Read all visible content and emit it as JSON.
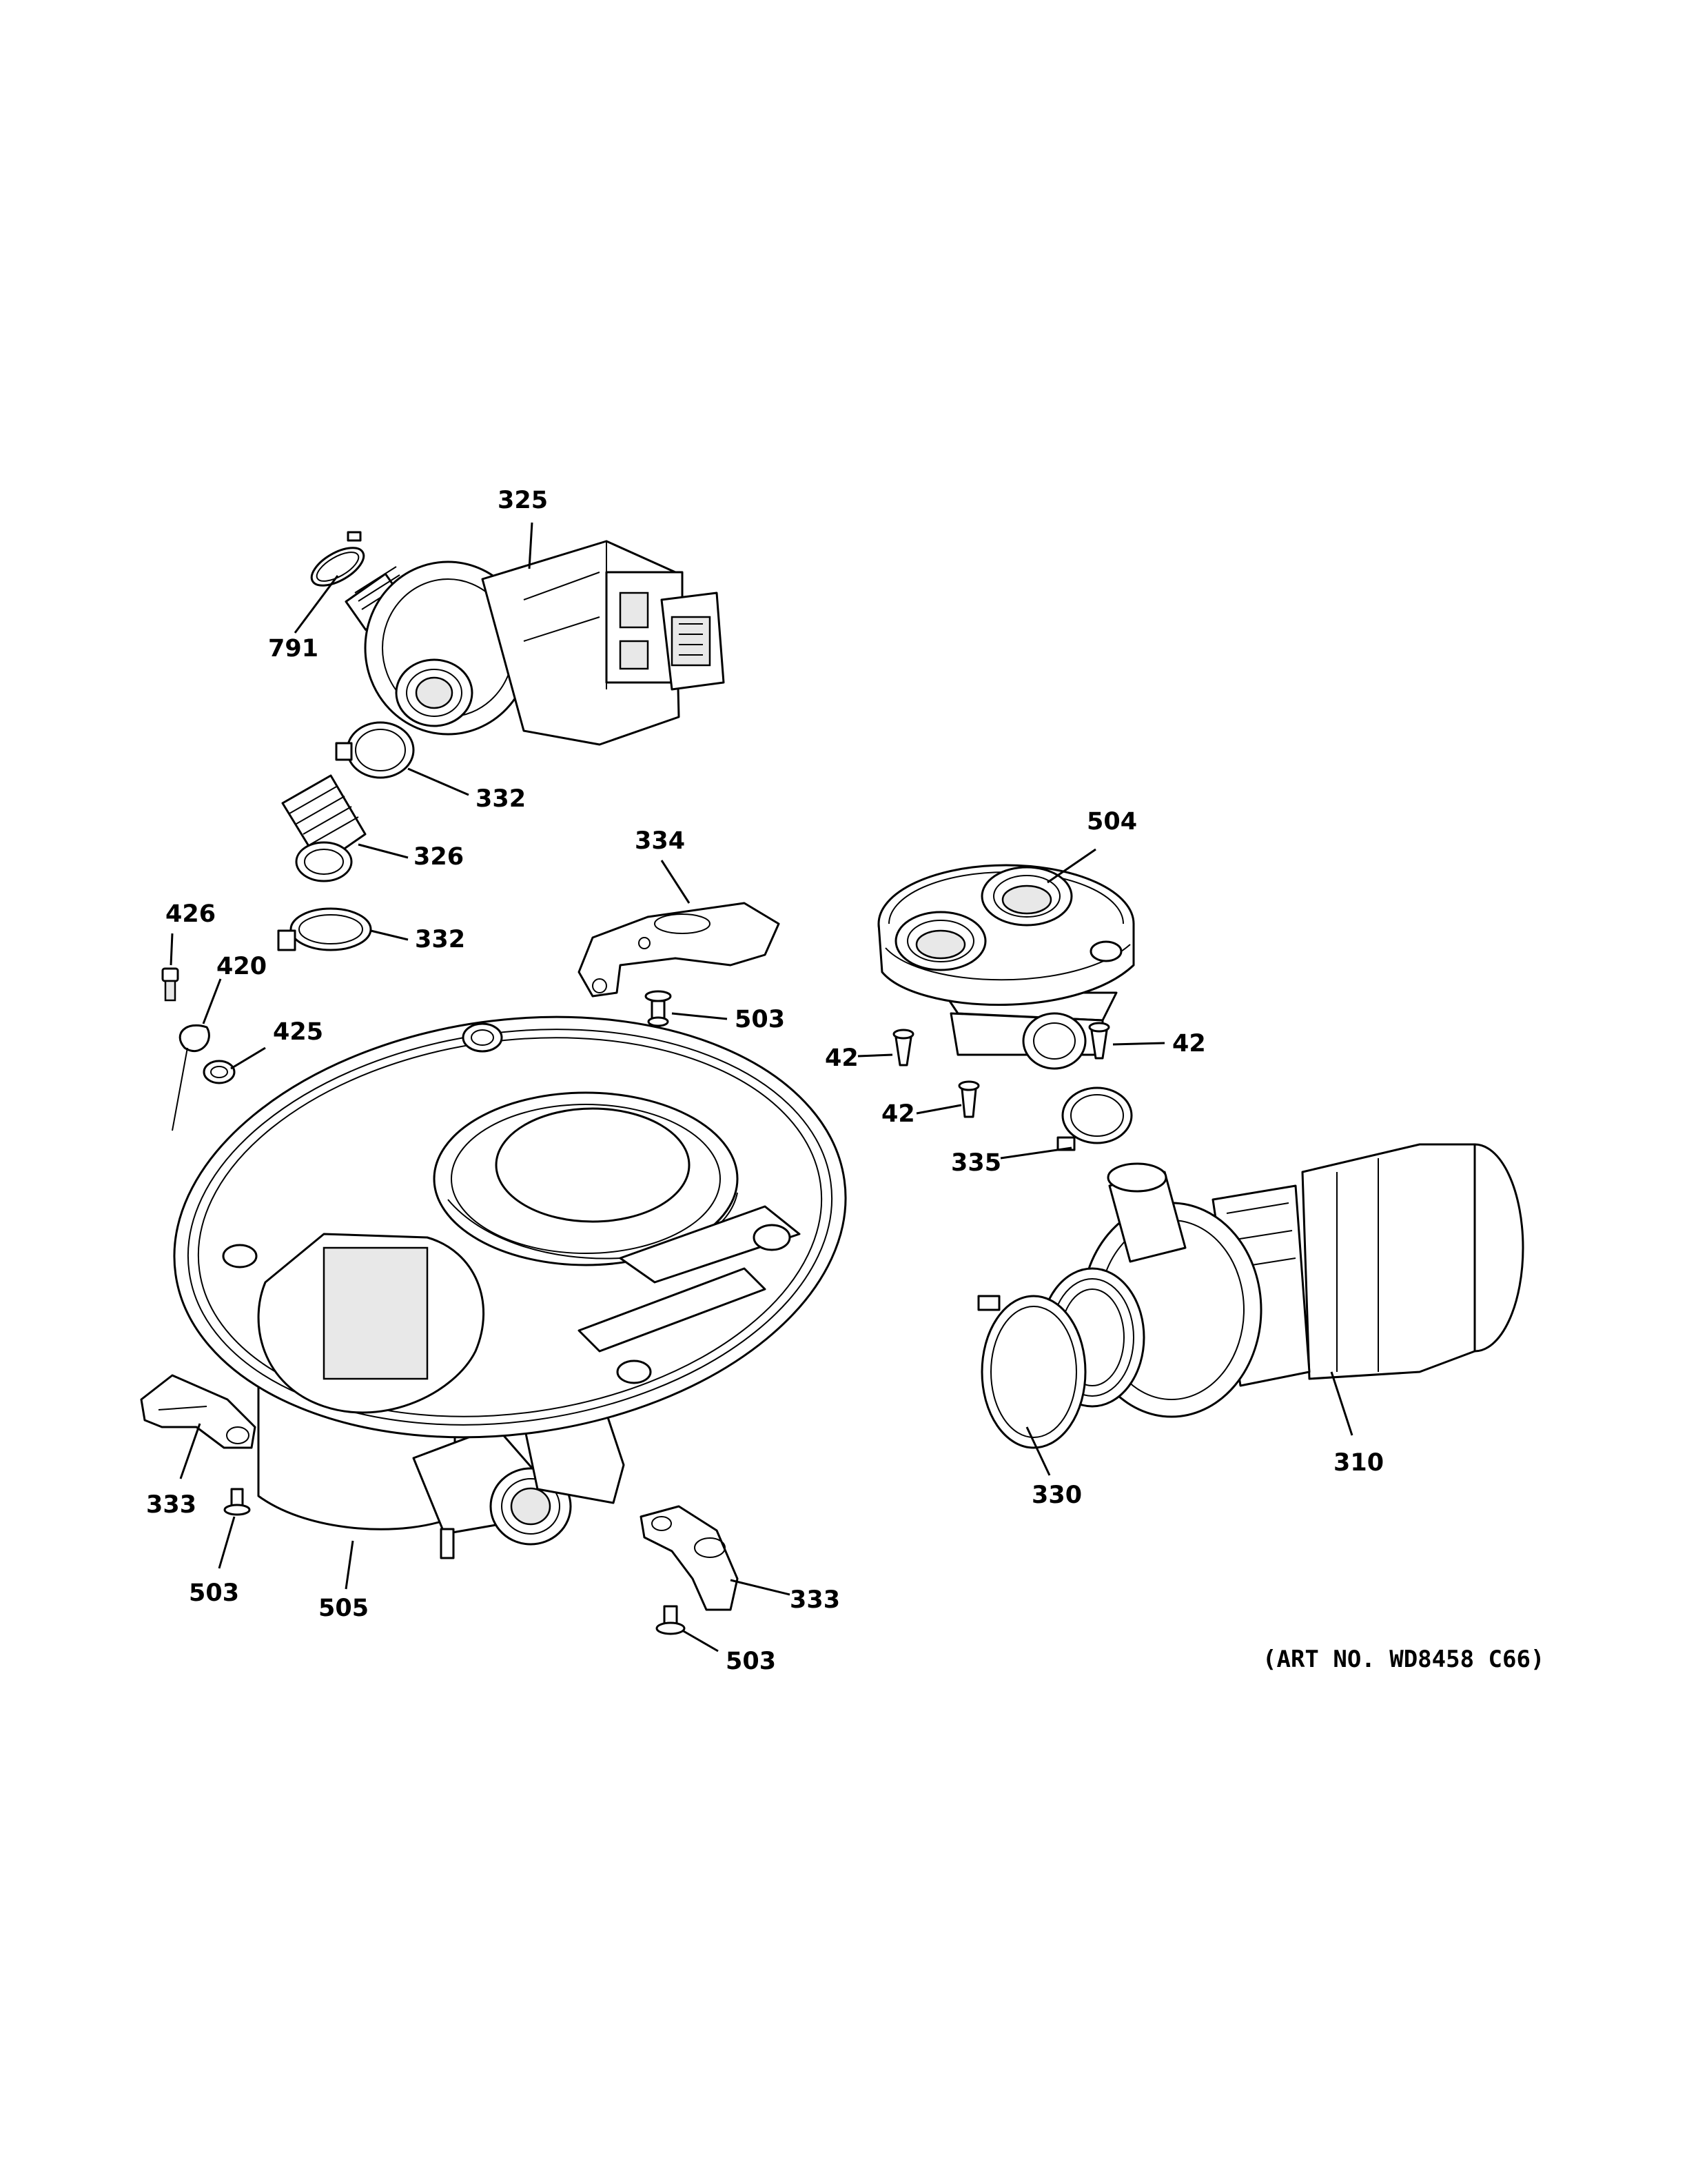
{
  "diagram": {
    "art_number": "(ART NO. WD8458 C66)",
    "callouts": [
      {
        "id": "c-325",
        "text": "325"
      },
      {
        "id": "c-791",
        "text": "791"
      },
      {
        "id": "c-332a",
        "text": "332"
      },
      {
        "id": "c-326",
        "text": "326"
      },
      {
        "id": "c-332b",
        "text": "332"
      },
      {
        "id": "c-426",
        "text": "426"
      },
      {
        "id": "c-420",
        "text": "420"
      },
      {
        "id": "c-425",
        "text": "425"
      },
      {
        "id": "c-334",
        "text": "334"
      },
      {
        "id": "c-503a",
        "text": "503"
      },
      {
        "id": "c-504",
        "text": "504"
      },
      {
        "id": "c-42a",
        "text": "42"
      },
      {
        "id": "c-42b",
        "text": "42"
      },
      {
        "id": "c-42c",
        "text": "42"
      },
      {
        "id": "c-335",
        "text": "335"
      },
      {
        "id": "c-310",
        "text": "310"
      },
      {
        "id": "c-330",
        "text": "330"
      },
      {
        "id": "c-333a",
        "text": "333"
      },
      {
        "id": "c-503b",
        "text": "503"
      },
      {
        "id": "c-505",
        "text": "505"
      },
      {
        "id": "c-333b",
        "text": "333"
      },
      {
        "id": "c-503c",
        "text": "503"
      }
    ]
  }
}
